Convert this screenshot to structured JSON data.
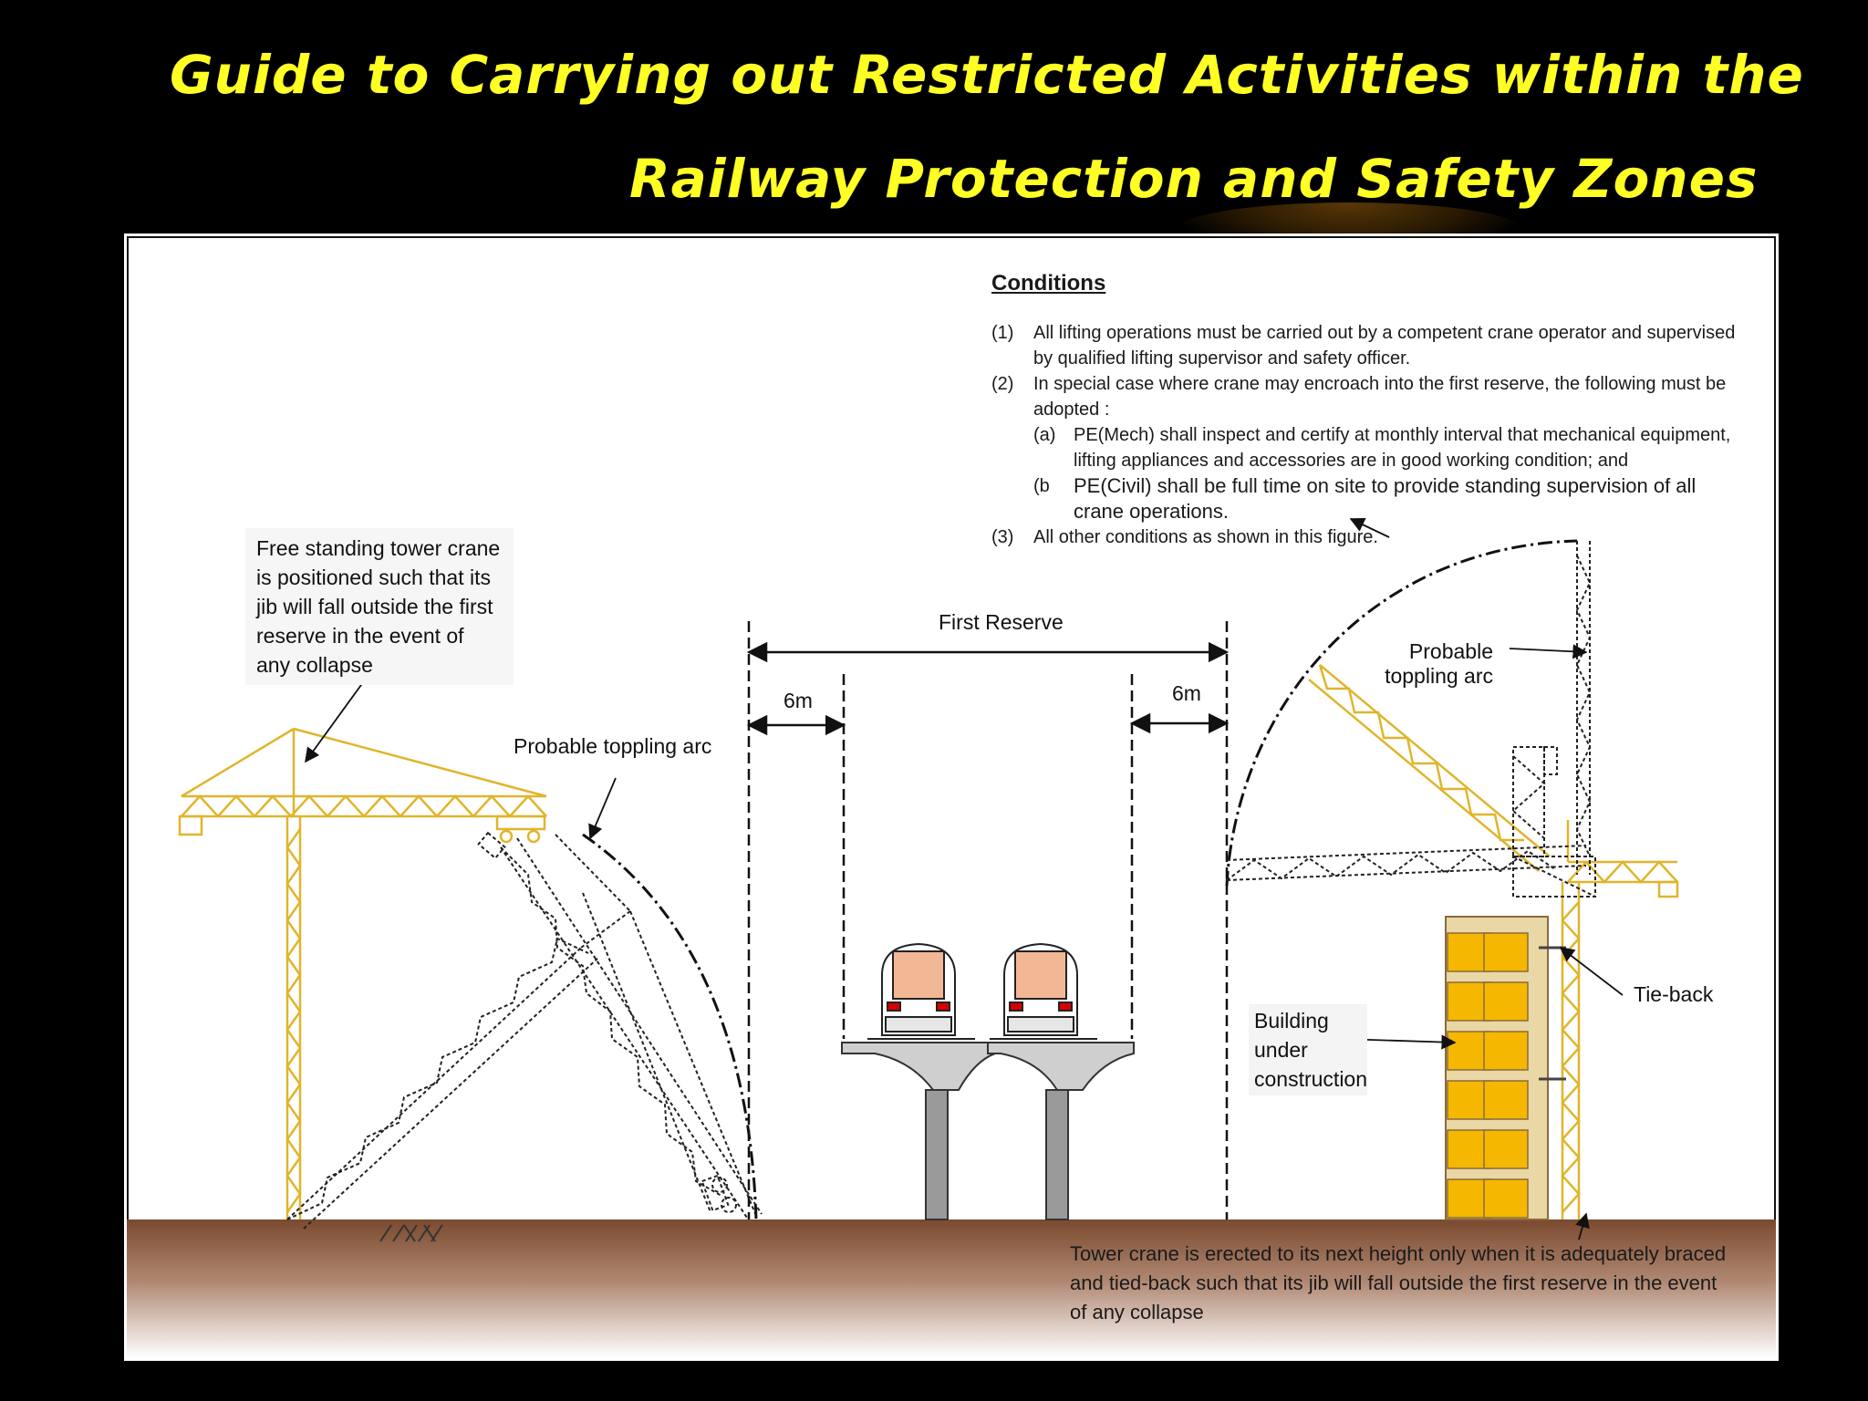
{
  "title": {
    "line1": "Guide to Carrying out Restricted Activities within the",
    "line2": "Railway Protection and Safety Zones"
  },
  "colors": {
    "background": "#000000",
    "title": "#ffff26",
    "crane": "#e0b52c",
    "ground_top": "#7a4a2e",
    "ground_bottom": "#ffffff",
    "building_block": "#f5b700",
    "viaduct": "#cfcfcf",
    "train_window": "#f2b896",
    "train_light": "#d60000"
  },
  "conditions": {
    "heading": "Conditions",
    "items": [
      {
        "num": "(1)",
        "text": "All lifting operations must be carried out by a competent crane operator and supervised by qualified lifting supervisor and safety officer."
      },
      {
        "num": "(2)",
        "text": "In special case where crane may encroach into the first reserve, the following must be adopted :"
      },
      {
        "num": "(a)",
        "text": "PE(Mech) shall inspect and certify at monthly interval that mechanical equipment, lifting appliances and accessories are in good working condition; and",
        "sub": true
      },
      {
        "num": "(b",
        "text": "PE(Civil) shall be full time on site to provide standing supervision of all crane operations.",
        "sub": true
      },
      {
        "num": "(3)",
        "text": "All other conditions as shown in this figure."
      }
    ]
  },
  "labels": {
    "free_standing_note": "Free standing tower crane is positioned such that its jib will fall outside the first reserve in the event of any collapse",
    "toppling_arc_left": "Probable toppling arc",
    "toppling_arc_right": "Probable toppling arc",
    "first_reserve": "First Reserve",
    "six_m_left": "6m",
    "six_m_right": "6m",
    "building": "Building under construction",
    "tie_back": "Tie-back",
    "bottom_note": "Tower crane is erected to its next height only when it is adequately braced and tied-back such that its jib will fall outside the first reserve in the event of any collapse"
  }
}
